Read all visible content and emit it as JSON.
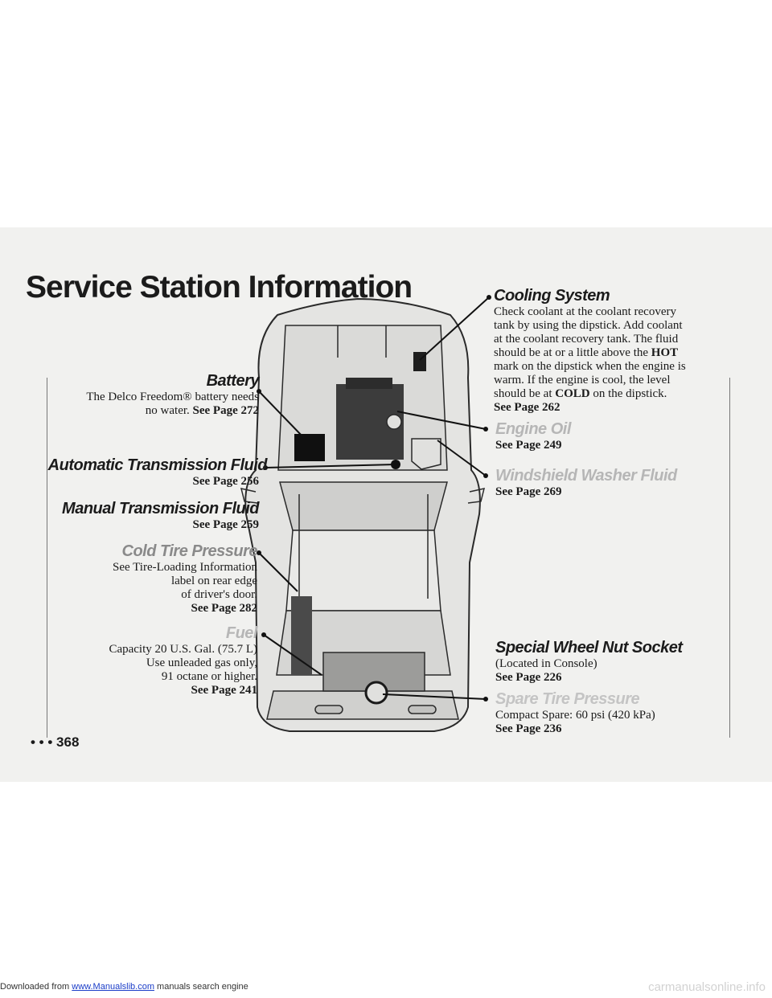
{
  "title": "Service Station Information",
  "page_number": "368",
  "left": {
    "battery": {
      "heading": "Battery",
      "lines": [
        "The Delco Freedom® battery needs",
        "no water."
      ],
      "see": "See Page 272"
    },
    "auto_trans": {
      "heading": "Automatic Transmission Fluid",
      "see": "See Page 256"
    },
    "manual_trans": {
      "heading": "Manual Transmission Fluid",
      "see": "See Page 259"
    },
    "tire_pressure": {
      "heading": "Cold Tire Pressure",
      "lines": [
        "See Tire-Loading Information",
        "label on rear edge",
        "of driver's door."
      ],
      "see": "See Page 282"
    },
    "fuel": {
      "heading": "Fuel",
      "lines": [
        "Capacity 20 U.S. Gal. (75.7 L)",
        "Use unleaded gas only,",
        "91 octane or higher."
      ],
      "see": "See Page 241"
    }
  },
  "right": {
    "cooling": {
      "heading": "Cooling System",
      "lines": [
        "Check coolant at the coolant recovery",
        "tank by using the dipstick. Add coolant",
        "at the coolant recovery tank. The fluid",
        "should be at or a little above the",
        "mark on the dipstick when the engine is",
        "warm. If the engine is cool, the level",
        "should be at",
        "on the dipstick."
      ],
      "hot": "HOT",
      "cold": "COLD",
      "see": "See Page 262"
    },
    "engine_oil": {
      "heading": "Engine Oil",
      "see": "See Page 249"
    },
    "washer": {
      "heading": "Windshield Washer Fluid",
      "see": "See Page 269"
    },
    "wheel_nut": {
      "heading": "Special Wheel Nut Socket",
      "lines": [
        "(Located in Console)"
      ],
      "see": "See Page 226"
    },
    "spare": {
      "heading": "Spare Tire Pressure",
      "lines": [
        "Compact Spare: 60 psi (420 kPa)"
      ],
      "see": "See Page 236"
    }
  },
  "footer": {
    "prefix": "Downloaded from",
    "link": "www.Manualslib.com",
    "suffix": "manuals search engine",
    "watermark": "carmanualsonline.info"
  }
}
